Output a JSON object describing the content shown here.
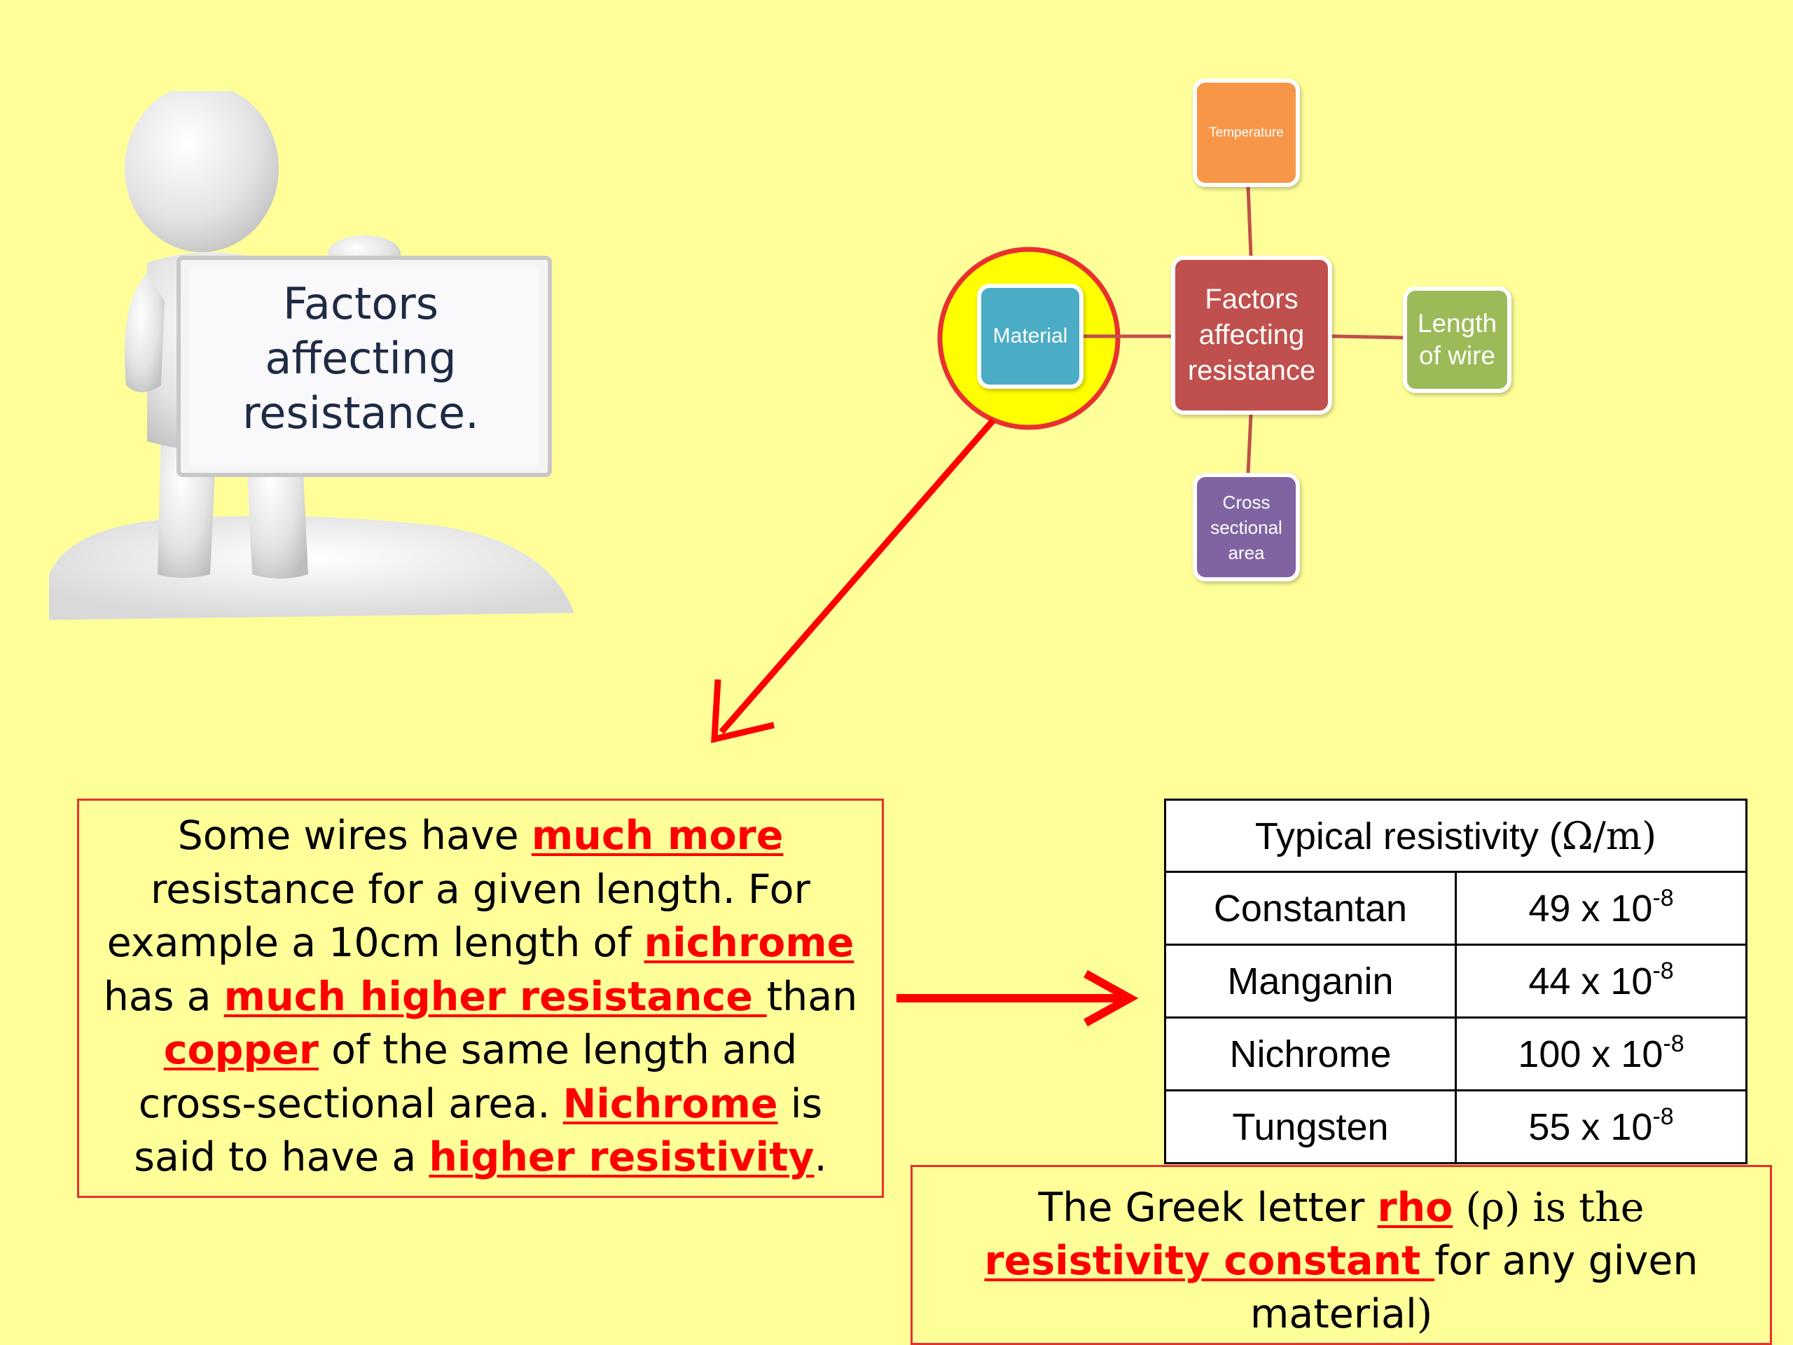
{
  "sign": {
    "lines": [
      "Factors",
      "affecting",
      "resistance."
    ]
  },
  "mind_map": {
    "center": "Factors affecting resistance",
    "temperature": "Temperature",
    "length": "Length of wire",
    "cross_section": "Cross sectional area",
    "material": "Material",
    "colors": {
      "center": "#c0504d",
      "temperature": "#f79646",
      "length": "#9bbb59",
      "cross_section": "#8064a2",
      "material": "#4bacc6",
      "highlight": "#ffff00",
      "arrow": "#ff0000"
    }
  },
  "explanation": {
    "l1a": "Some wires have ",
    "l1b": "much more",
    "l2": "resistance for a given length.  For",
    "l3a": "example a 10cm length of ",
    "l3b": "nichrome",
    "l4a": "has a ",
    "l4b": "much higher resistance ",
    "l4c": "than",
    "l5a": "copper",
    "l5b": " of the same length and",
    "l6a": "cross-sectional area.  ",
    "l6b": "Nichrome",
    "l6c": " is",
    "l7a": "said to have a ",
    "l7b": "higher resistivity",
    "l7c": "."
  },
  "table": {
    "header_text": "Typical resistivity (",
    "header_unit": "Ω/m",
    "header_close": ")",
    "rows": [
      {
        "material": "Constantan",
        "coef": "49 x 10",
        "exp": "-8"
      },
      {
        "material": "Manganin",
        "coef": "44 x 10",
        "exp": "-8"
      },
      {
        "material": "Nichrome",
        "coef": "100 x 10",
        "exp": "-8"
      },
      {
        "material": "Tungsten",
        "coef": "55 x 10",
        "exp": "-8"
      }
    ]
  },
  "rho_note": {
    "l1a": "The Greek letter ",
    "l1b": "rho",
    "l1c": " (",
    "l1d": "ρ",
    "l1e": ") is the",
    "l2a": "resistivity constant ",
    "l2b": "for any given",
    "l3a": "material",
    "l3b": ")"
  }
}
